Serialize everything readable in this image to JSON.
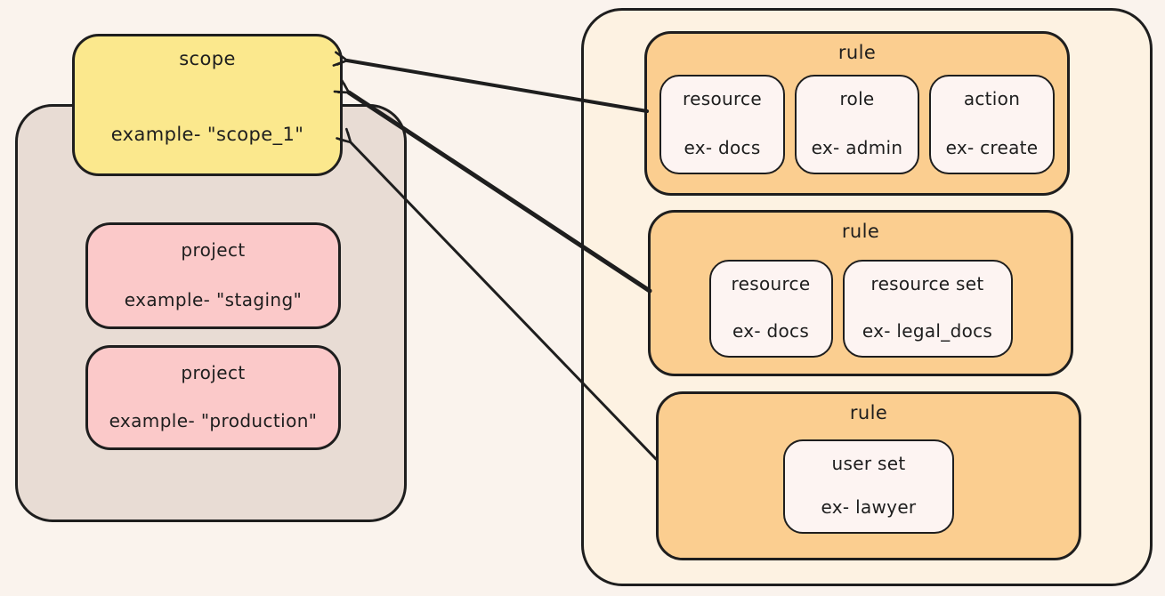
{
  "scope": {
    "title": "scope",
    "example": "example- \"scope_1\""
  },
  "projects": [
    {
      "title": "project",
      "example": "example- \"staging\""
    },
    {
      "title": "project",
      "example": "example- \"production\""
    }
  ],
  "rules": [
    {
      "title": "rule",
      "items": [
        {
          "label": "resource",
          "example": "ex- docs"
        },
        {
          "label": "role",
          "example": "ex- admin"
        },
        {
          "label": "action",
          "example": "ex- create"
        }
      ]
    },
    {
      "title": "rule",
      "items": [
        {
          "label": "resource",
          "example": "ex- docs"
        },
        {
          "label": "resource set",
          "example": "ex- legal_docs"
        }
      ]
    },
    {
      "title": "rule",
      "items": [
        {
          "label": "user set",
          "example": "ex- lawyer"
        }
      ]
    }
  ],
  "arrows": [
    {
      "from": "rule-1",
      "to": "scope"
    },
    {
      "from": "rule-2",
      "to": "scope"
    },
    {
      "from": "rule-3",
      "to": "scope"
    }
  ],
  "colors": {
    "background": "#faf3ed",
    "stroke": "#1e1e1e",
    "scope_fill": "#fbe88d",
    "project_fill": "#fbc9c9",
    "org_fill": "#e8dcd4",
    "rules_container_fill": "#fdf2e2",
    "rule_fill": "#fbce90",
    "item_fill": "#fdf4f2"
  }
}
